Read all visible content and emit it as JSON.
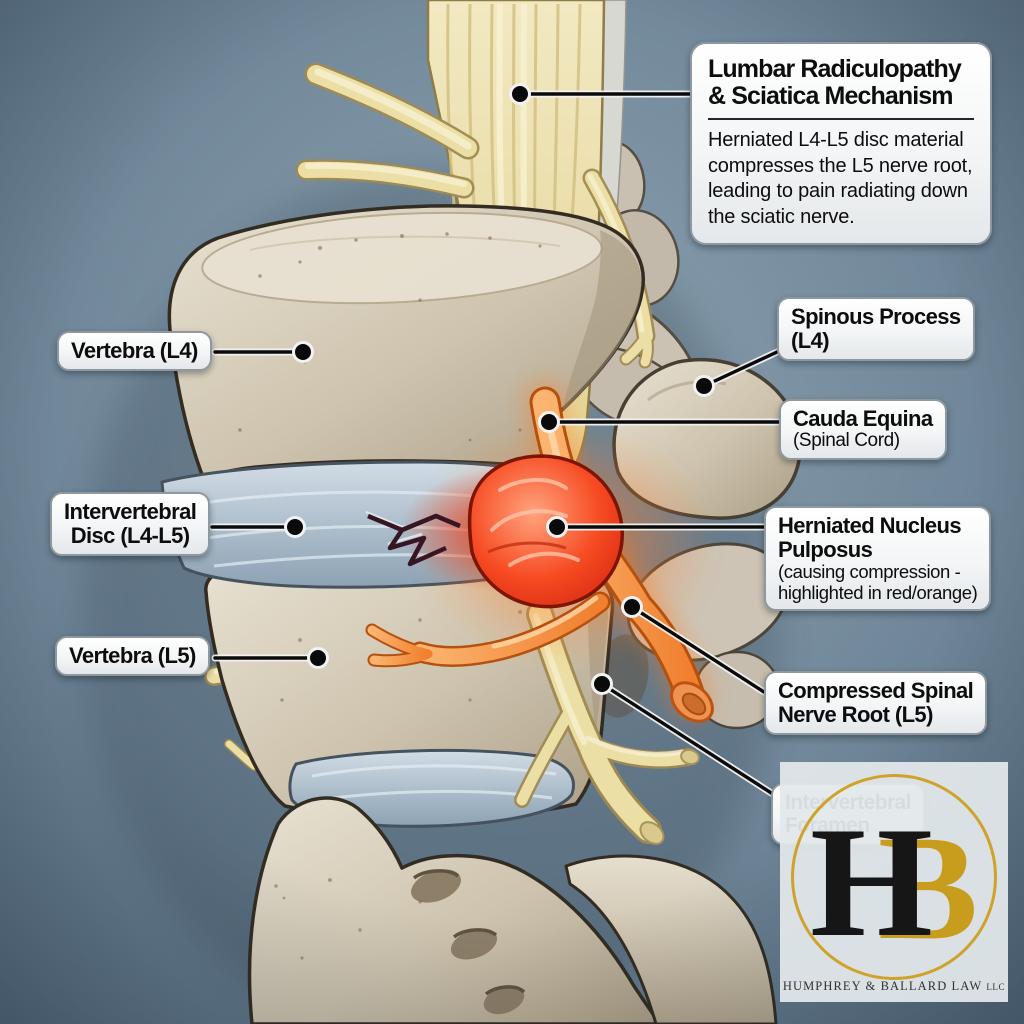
{
  "title_box": {
    "heading_lines": [
      "Lumbar Radiculopathy",
      "& Sciatica Mechanism"
    ],
    "description": "Herniated L4-L5 disc material compresses the L5 nerve root, leading to pain radiating down the sciatic nerve."
  },
  "callouts": {
    "vertebra_l4": {
      "lines": [
        "Vertebra (L4)"
      ]
    },
    "disc": {
      "lines": [
        "Intervertebral",
        "Disc (L4-L5)"
      ]
    },
    "vertebra_l5": {
      "lines": [
        "Vertebra (L5)"
      ]
    },
    "spinous": {
      "lines": [
        "Spinous Process",
        "(L4)"
      ]
    },
    "cauda": {
      "lines": [
        "Cauda Equina"
      ],
      "sub_lines": [
        "(Spinal Cord)"
      ]
    },
    "herniated": {
      "lines": [
        "Herniated Nucleus",
        "Pulposus"
      ],
      "sub_lines": [
        "(causing compression -",
        "highlighted in red/orange)"
      ]
    },
    "compressed": {
      "lines": [
        "Compressed Spinal",
        "Nerve Root (L5)"
      ]
    },
    "foramen": {
      "lines": [
        "Intervertebral",
        "Foramen"
      ]
    }
  },
  "logo": {
    "letter_h": "H",
    "letter_b": "B",
    "firm_name": "HUMPHREY & BALLARD LAW",
    "firm_suffix": "LLC"
  },
  "colors": {
    "background_center": "#8ea3b1",
    "background_edge": "#566c7e",
    "bone_light": "#e9e2d2",
    "bone_mid": "#cdc3ae",
    "bone_shadow": "#ab9d85",
    "disc_blue": "#b3c4d2",
    "nerve_yellow": "#ecdfa6",
    "herniation_red": "#e8351a",
    "nerve_root_orange": "#f58a3c",
    "label_background": "#f4f6f7",
    "label_border": "#8f989e",
    "label_text": "#0d0d0d",
    "logo_gold": "#cfa32a",
    "logo_black": "#161616"
  }
}
